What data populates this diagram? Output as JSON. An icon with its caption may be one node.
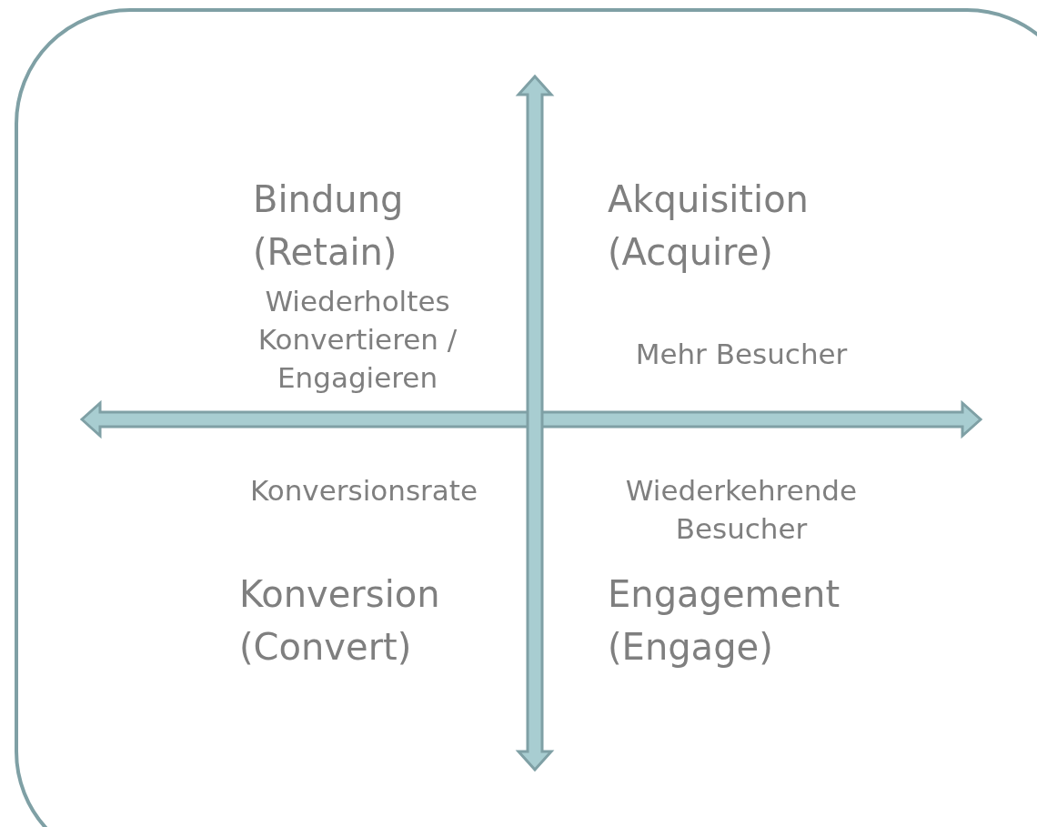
{
  "diagram": {
    "labels": [
      "Bindung (Retain)",
      "Akquisition (Acquire)",
      "Wiederholtes Konvertieren / Engagieren",
      "Mehr Besucher",
      "Konversionsrate",
      "Wiederkehrende Besucher",
      "Konversion (Convert)",
      "Engagement (Engage)"
    ]
  }
}
